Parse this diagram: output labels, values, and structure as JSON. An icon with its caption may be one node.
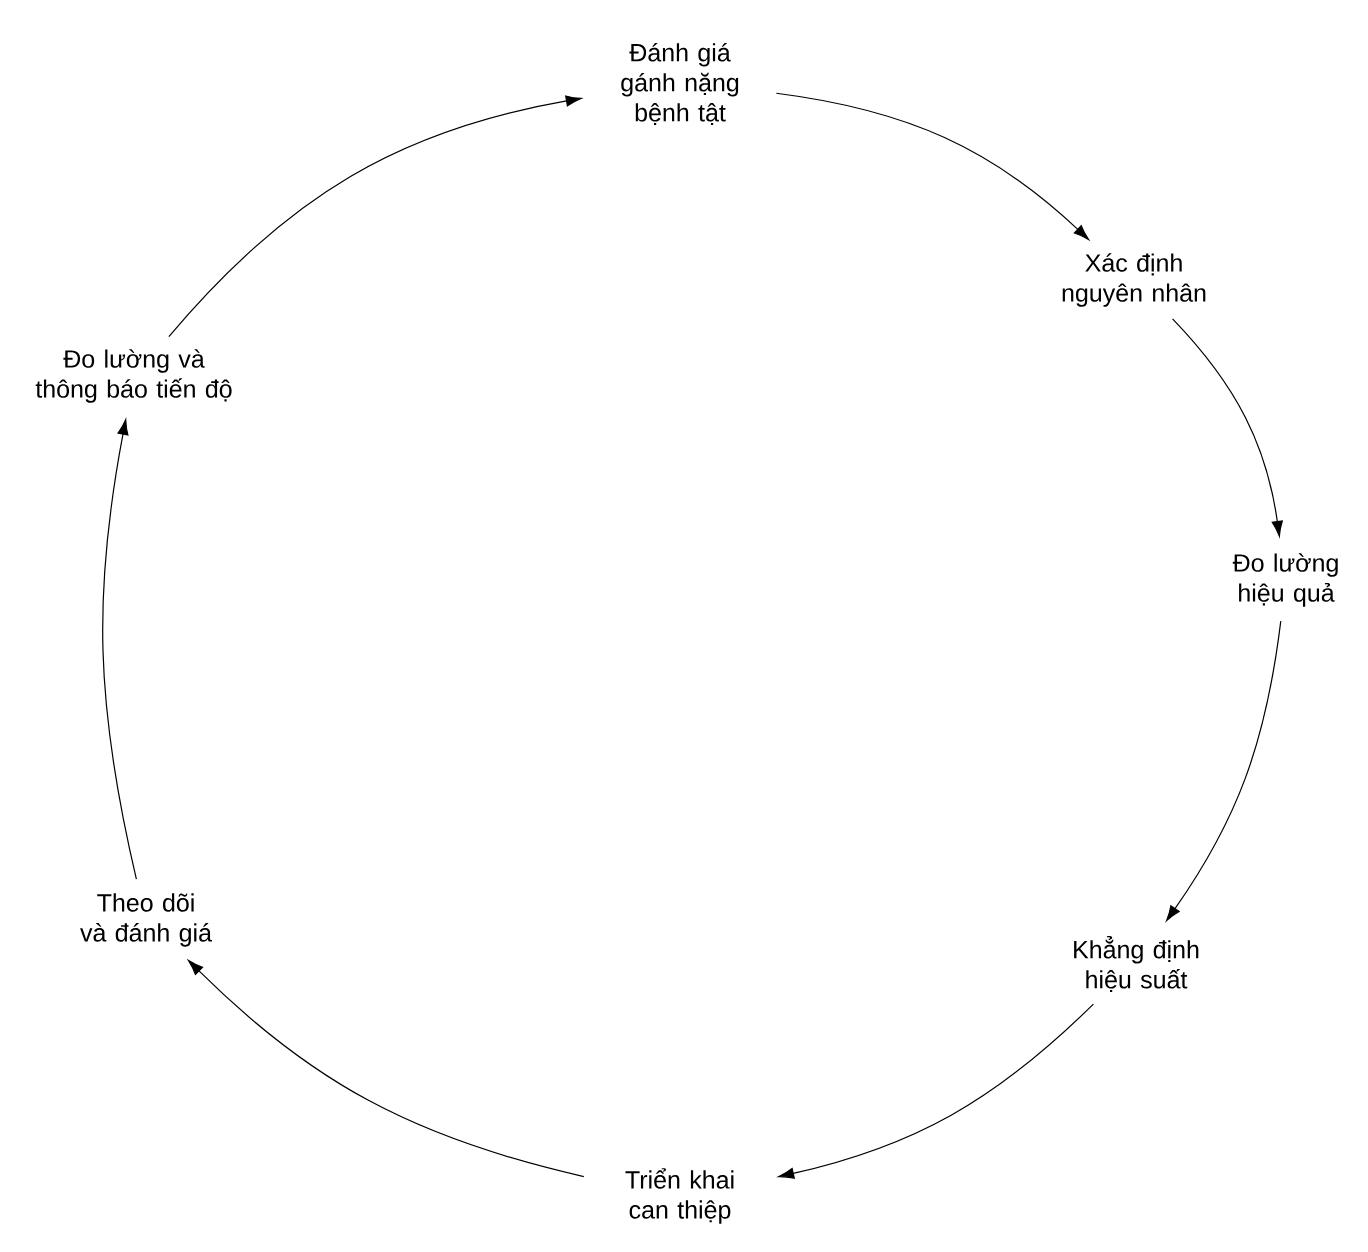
{
  "diagram": {
    "nodes": [
      {
        "text": [
          "Đánh giá gánh nặng bệnh tật"
        ]
      },
      {
        "text": [
          "Xác định nguyên nhân"
        ]
      },
      {
        "text": [
          "Đo lường hiệu quả"
        ]
      },
      {
        "text": [
          "Khẳng định hiệu suất"
        ]
      },
      {
        "text": [
          "Triển khai can thiệp"
        ]
      },
      {
        "text": [
          "Theo dõi và đánh giá"
        ]
      },
      {
        "text": [
          "Đo lường và thông báo tiến độ"
        ]
      }
    ],
    "edges": [
      {
        "from": 0,
        "to": 1,
        "arrow": "to"
      },
      {
        "from": 1,
        "to": 2,
        "arrow": "to"
      },
      {
        "from": 2,
        "to": 3,
        "arrow": "to"
      },
      {
        "from": 3,
        "to": 4,
        "arrow": "to"
      },
      {
        "from": 4,
        "to": 5,
        "arrow": "to"
      },
      {
        "from": 5,
        "to": 6,
        "arrow": "to"
      },
      {
        "from": 6,
        "to": 0,
        "arrow": "to"
      }
    ]
  }
}
